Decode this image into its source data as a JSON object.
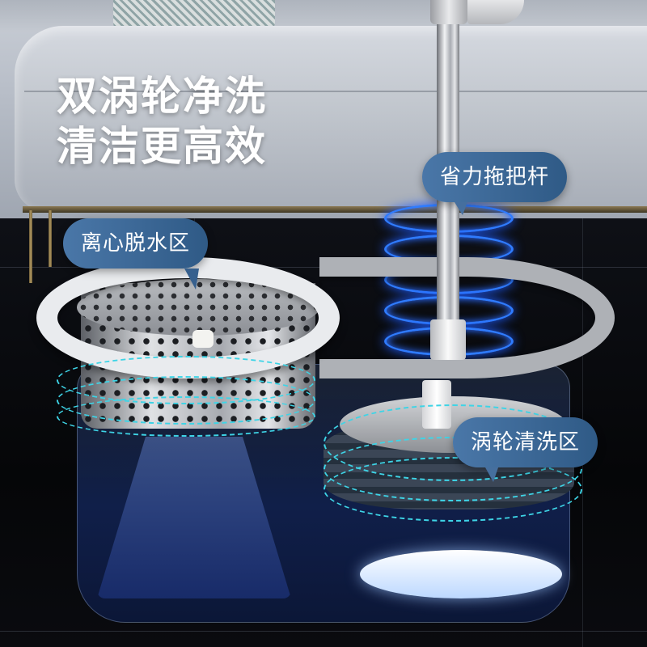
{
  "headline": {
    "line1": "双涡轮净洗",
    "line2": "清洁更高效"
  },
  "callouts": [
    {
      "id": "handle",
      "label": "省力拖把杆"
    },
    {
      "id": "spin-dry",
      "label": "离心脱水区"
    },
    {
      "id": "turbo-wash",
      "label": "涡轮清洗区"
    }
  ],
  "colors": {
    "bubble": "#3d6896",
    "ring_glow": "#2f7bff",
    "flow_lines": "#3ed4e6",
    "headline_text": "#ffffff"
  }
}
